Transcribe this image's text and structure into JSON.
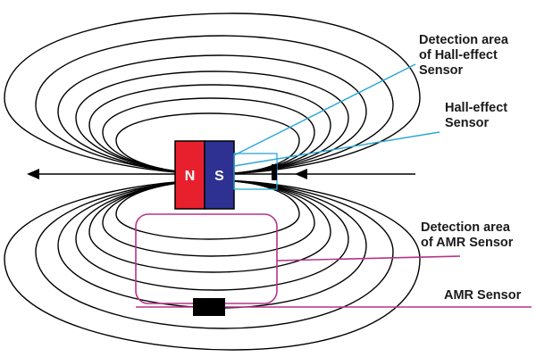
{
  "magnet": {
    "north_label": "N",
    "south_label": "S",
    "north_color": "#e8202e",
    "south_color": "#2e3192"
  },
  "labels": {
    "hall_area_line1": "Detection area",
    "hall_area_line2": "of Hall-effect",
    "hall_area_line3": "Sensor",
    "hall_sensor_line1": "Hall-effect",
    "hall_sensor_line2": "Sensor",
    "amr_area_line1": "Detection area",
    "amr_area_line2": "of AMR Sensor",
    "amr_sensor": "AMR Sensor"
  },
  "colors": {
    "field_lines": "#000000",
    "hall_leader": "#2aa7d6",
    "amr_leader": "#b5338a",
    "sensor_body": "#000000"
  }
}
